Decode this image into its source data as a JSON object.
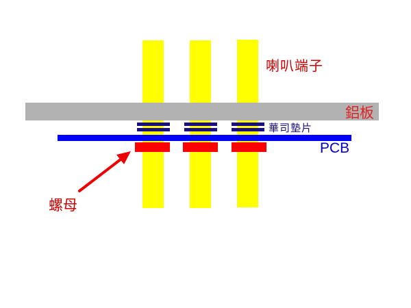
{
  "diagram": {
    "labels": {
      "speaker_terminal": "喇叭端子",
      "aluminum_plate": "鋁板",
      "washer": "華司墊片",
      "pcb": "PCB",
      "nut": "螺母"
    },
    "colors": {
      "terminal": "#ffff00",
      "aluminum_plate": "#b2b2b2",
      "washer": "#1a0f80",
      "pcb": "#0000ff",
      "nut": "#ff0000",
      "label_red": "#cc0000",
      "label_pcb": "#0000cc",
      "label_washer": "#1a0f80"
    },
    "terminal_count": 3
  }
}
